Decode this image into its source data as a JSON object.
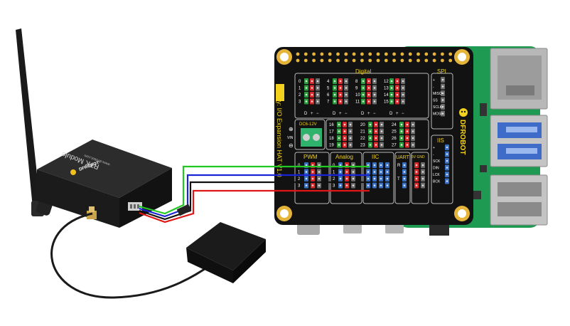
{
  "rtk_module": {
    "name": "RTK Module",
    "brand": "DFROBOT",
    "website": "www.dfrobot.com"
  },
  "hat": {
    "side_title": "Gravity: I/O Expansion HAT V1.0",
    "brand": "DFROBOT",
    "sections": {
      "digital": "Digital",
      "spi": "SPI",
      "iis": "IIS",
      "pwm": "PWM",
      "analog": "Analog",
      "iic": "IIC",
      "uart": "UART",
      "power_in": "DC6-12V",
      "five_v_gnd": "5V GND"
    },
    "spi_pins": [
      "+",
      "-",
      "MISO",
      "SS",
      "SCLK",
      "MOSI"
    ],
    "iis_pins": [
      "+",
      "-",
      "SCK",
      "DIN",
      "LCK",
      "BCK"
    ],
    "digital_numbers": [
      [
        "0",
        "1",
        "2",
        "3"
      ],
      [
        "4",
        "5",
        "6",
        "7"
      ],
      [
        "8",
        "9",
        "10",
        "11"
      ],
      [
        "12",
        "13",
        "14",
        "15"
      ],
      [
        "16",
        "17",
        "18",
        "19"
      ],
      [
        "20",
        "21",
        "22",
        "23"
      ],
      [
        "24",
        "25",
        "26",
        "27"
      ]
    ],
    "power_symbols": [
      "⊕",
      "VIN",
      "⊖"
    ],
    "group_symbols": [
      "D",
      "+",
      "−"
    ],
    "pwm_numbers": [
      "0",
      "1",
      "2",
      "3"
    ],
    "analog_numbers": [
      "0",
      "1",
      "2",
      "3"
    ],
    "uart_labels": [
      "R",
      "T"
    ]
  },
  "colors": {
    "wire_green": "#22c922",
    "wire_blue": "#1a24d6",
    "wire_black": "#111111",
    "wire_red": "#e01515",
    "board_black": "#121212",
    "pcb_green": "#1f9a52",
    "label_yellow": "#f2d21e"
  }
}
